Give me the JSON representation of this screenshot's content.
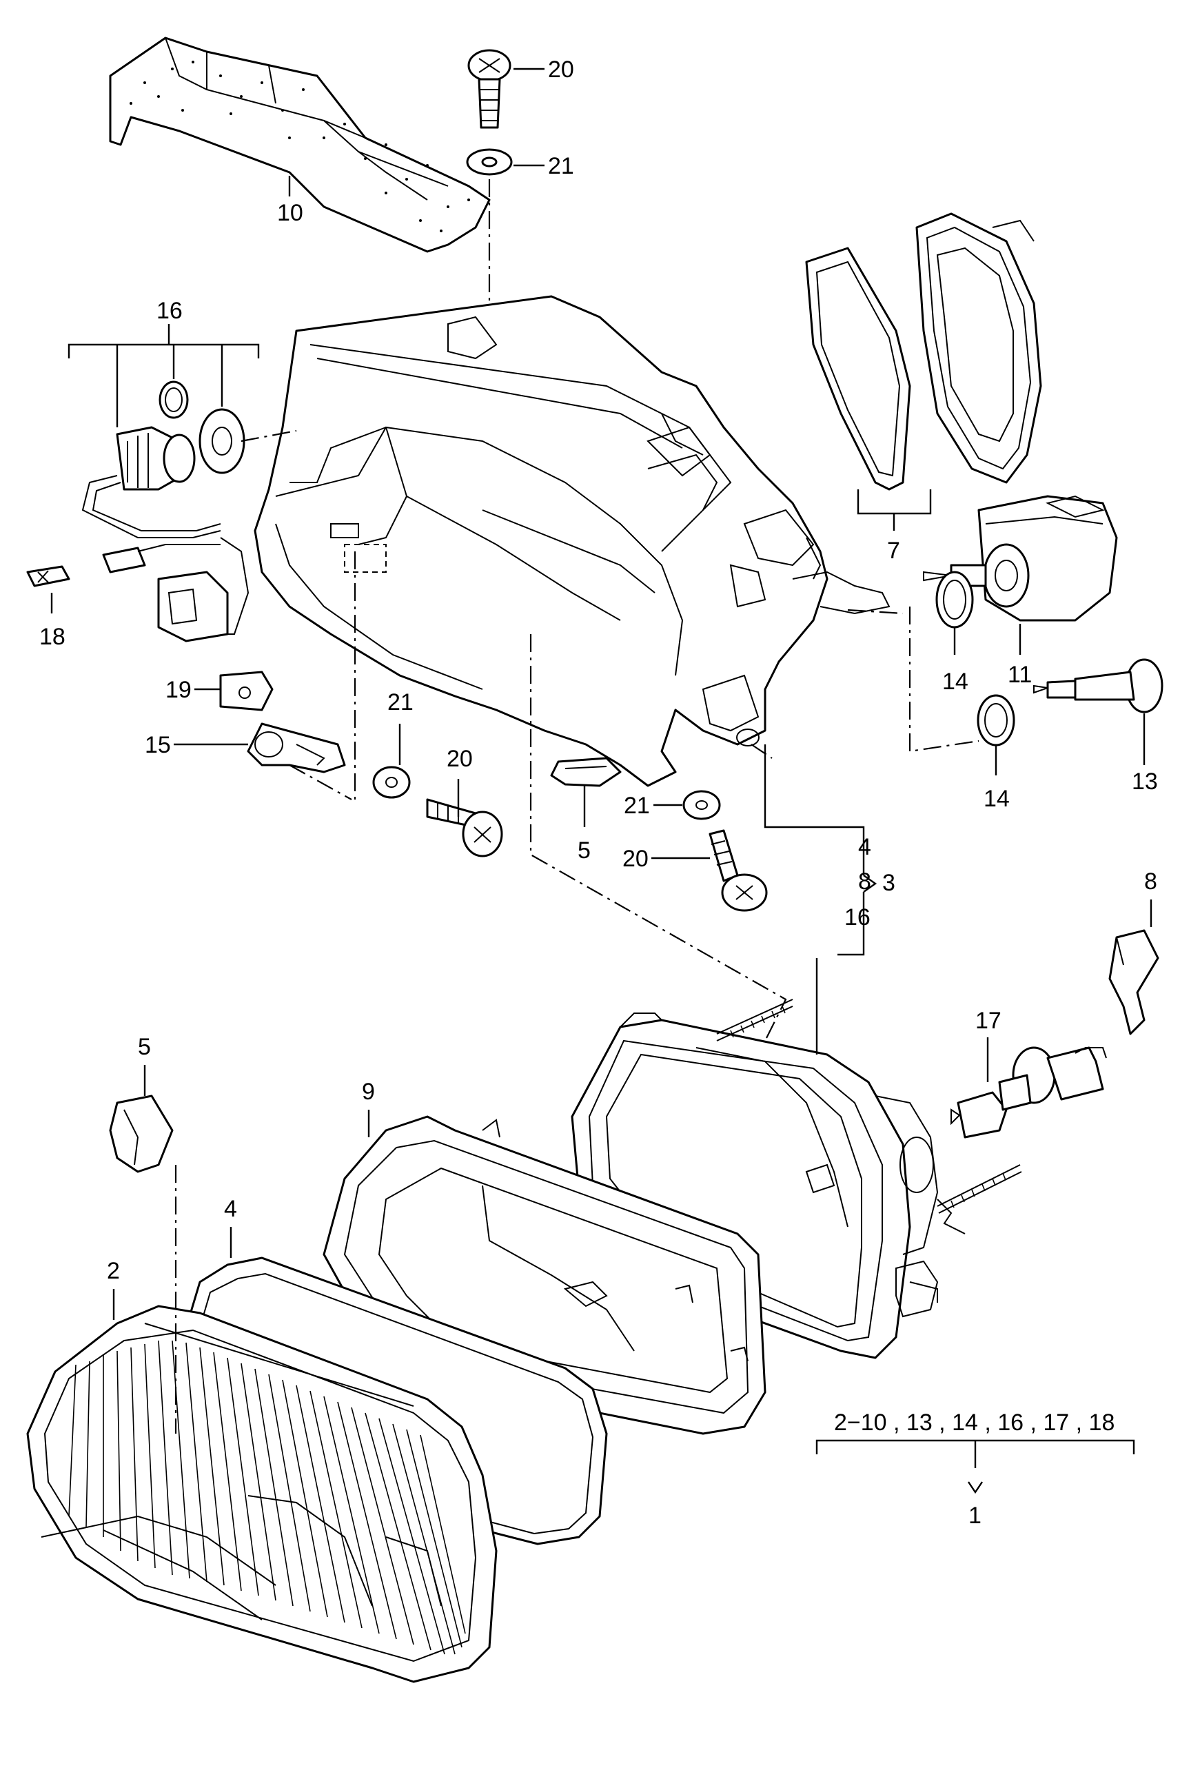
{
  "callouts": {
    "c20_top": "20",
    "c21_top": "21",
    "c10": "10",
    "c16_top": "16",
    "c18": "18",
    "c7": "7",
    "c11": "11",
    "c14_a": "14",
    "c14_b": "14",
    "c13": "13",
    "c19": "19",
    "c15": "15",
    "c21_mid": "21",
    "c20_mid": "20",
    "c5_mid": "5",
    "c21_low": "21",
    "c20_low": "20",
    "c4_grp": "4",
    "c8_grp": "8",
    "c16_grp": "16",
    "c3": "3",
    "c8_clip": "8",
    "c17": "17",
    "c5_low": "5",
    "c9": "9",
    "c4_low": "4",
    "c2": "2",
    "c1": "1"
  },
  "assembly_note": "2−10 , 13 , 14 , 16 , 17 , 18"
}
